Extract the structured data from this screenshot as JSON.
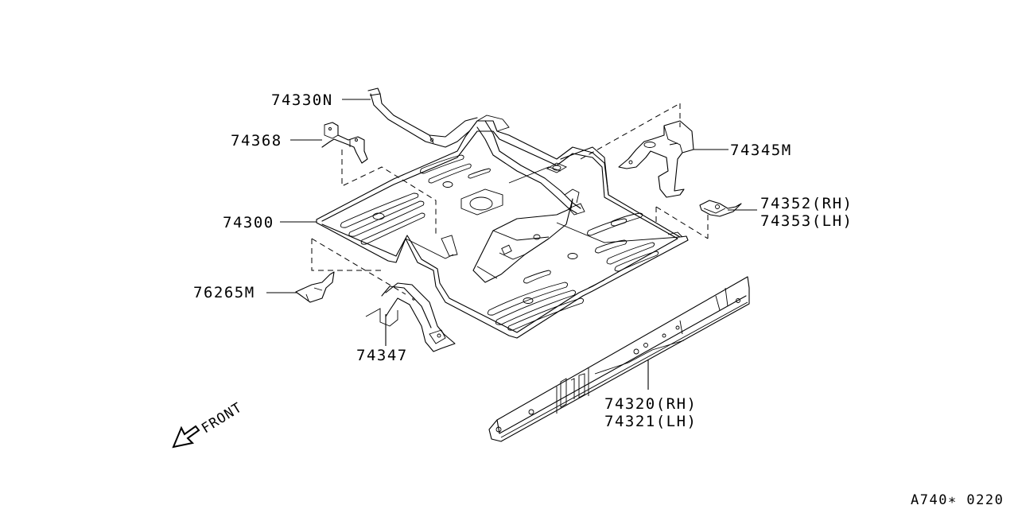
{
  "diagram": {
    "title": "Floor panel assembly",
    "diagram_code": "A740∗ 0220",
    "direction_label": "FRONT",
    "parts": [
      {
        "id": "p74330N",
        "number": "74330N"
      },
      {
        "id": "p74368",
        "number": "74368"
      },
      {
        "id": "p74300",
        "number": "74300"
      },
      {
        "id": "p76265M",
        "number": "76265M"
      },
      {
        "id": "p74347",
        "number": "74347"
      },
      {
        "id": "p74345M",
        "number": "74345M"
      },
      {
        "id": "p74352",
        "number": "74352(RH)"
      },
      {
        "id": "p74353",
        "number": "74353(LH)"
      },
      {
        "id": "p74320",
        "number": "74320(RH)"
      },
      {
        "id": "p74321",
        "number": "74321(LH)"
      }
    ]
  }
}
